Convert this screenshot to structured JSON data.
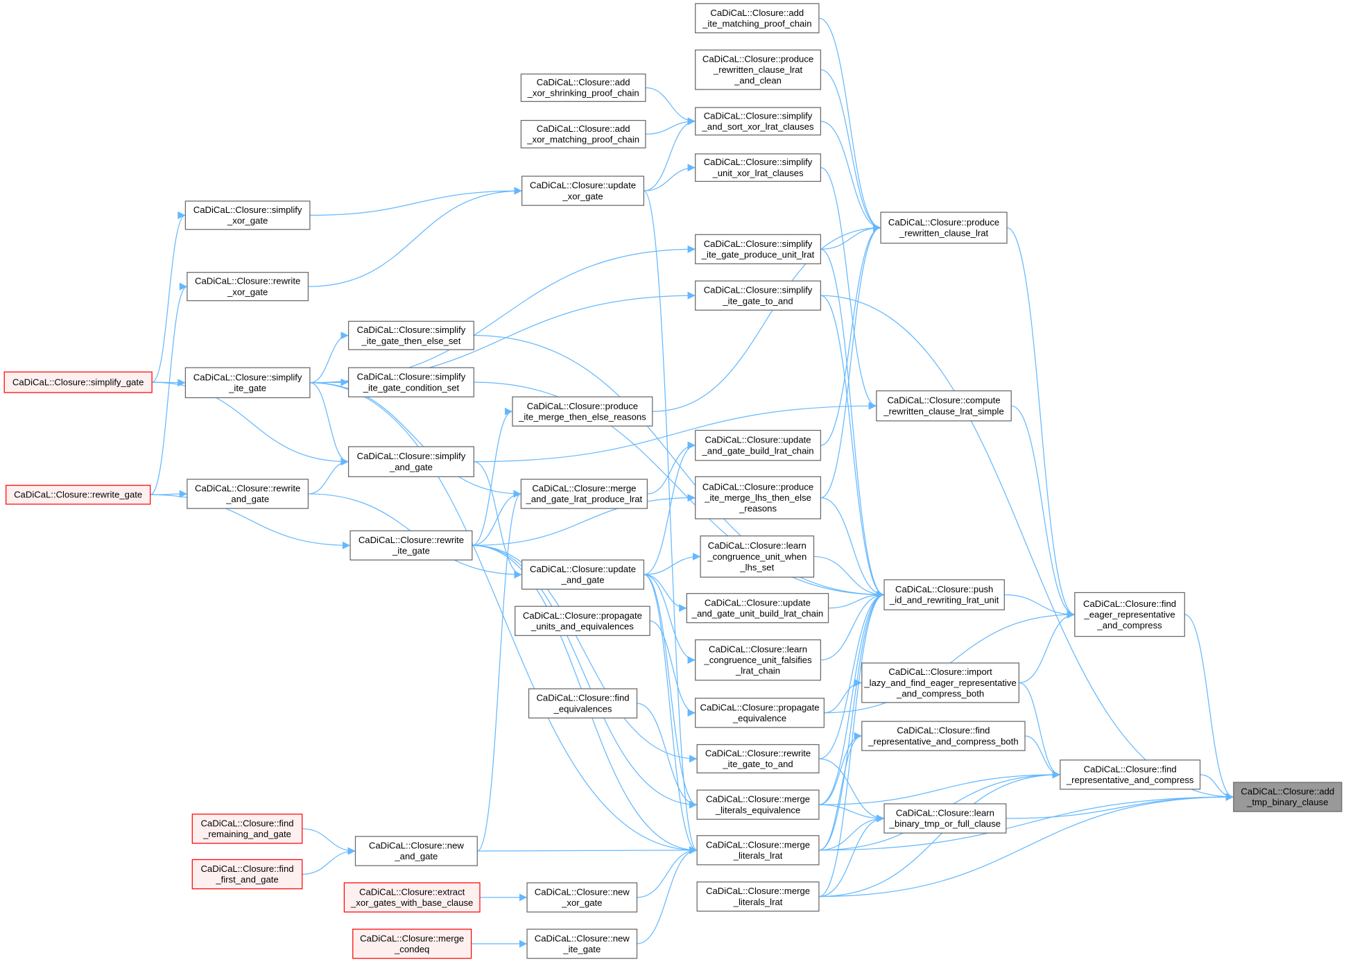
{
  "graph": {
    "title": "Caller graph of CaDiCaL::Closure::add_tmp_binary_clause",
    "colors": {
      "edge": "#63b8ff",
      "node_border": "#666666",
      "node_fill": "#ffffff",
      "root_fill": "#999999",
      "truncated_border": "#ff0000",
      "truncated_fill": "#fff0f0"
    },
    "nodes": [
      {
        "id": "n1",
        "lines": [
          "CaDiCaL::Closure::add",
          "_ite_matching_proof_chain"
        ],
        "kind": "normal"
      },
      {
        "id": "n2",
        "lines": [
          "CaDiCaL::Closure::produce",
          "_rewritten_clause_lrat",
          "_and_clean"
        ],
        "kind": "normal"
      },
      {
        "id": "n3",
        "lines": [
          "CaDiCaL::Closure::add",
          "_xor_shrinking_proof_chain"
        ],
        "kind": "normal"
      },
      {
        "id": "n4",
        "lines": [
          "CaDiCaL::Closure::add",
          "_xor_matching_proof_chain"
        ],
        "kind": "normal"
      },
      {
        "id": "n5",
        "lines": [
          "CaDiCaL::Closure::simplify",
          "_and_sort_xor_lrat_clauses"
        ],
        "kind": "normal"
      },
      {
        "id": "n6",
        "lines": [
          "CaDiCaL::Closure::simplify",
          "_unit_xor_lrat_clauses"
        ],
        "kind": "normal"
      },
      {
        "id": "n7",
        "lines": [
          "CaDiCaL::Closure::update",
          "_xor_gate"
        ],
        "kind": "normal"
      },
      {
        "id": "n8",
        "lines": [
          "CaDiCaL::Closure::simplify",
          "_xor_gate"
        ],
        "kind": "normal"
      },
      {
        "id": "n9",
        "lines": [
          "CaDiCaL::Closure::produce",
          "_rewritten_clause_lrat"
        ],
        "kind": "normal"
      },
      {
        "id": "n10",
        "lines": [
          "CaDiCaL::Closure::simplify",
          "_ite_gate_produce_unit_lrat"
        ],
        "kind": "normal"
      },
      {
        "id": "n11",
        "lines": [
          "CaDiCaL::Closure::rewrite",
          "_xor_gate"
        ],
        "kind": "normal"
      },
      {
        "id": "n12",
        "lines": [
          "CaDiCaL::Closure::simplify",
          "_ite_gate_to_and"
        ],
        "kind": "normal"
      },
      {
        "id": "n13",
        "lines": [
          "CaDiCaL::Closure::simplify",
          "_ite_gate_then_else_set"
        ],
        "kind": "normal"
      },
      {
        "id": "n14",
        "lines": [
          "CaDiCaL::Closure::simplify_gate"
        ],
        "kind": "truncated"
      },
      {
        "id": "n15",
        "lines": [
          "CaDiCaL::Closure::simplify",
          "_ite_gate"
        ],
        "kind": "normal"
      },
      {
        "id": "n16",
        "lines": [
          "CaDiCaL::Closure::simplify",
          "_ite_gate_condition_set"
        ],
        "kind": "normal"
      },
      {
        "id": "n17",
        "lines": [
          "CaDiCaL::Closure::compute",
          "_rewritten_clause_lrat_simple"
        ],
        "kind": "normal"
      },
      {
        "id": "n18",
        "lines": [
          "CaDiCaL::Closure::produce",
          "_ite_merge_then_else_reasons"
        ],
        "kind": "normal"
      },
      {
        "id": "n19",
        "lines": [
          "CaDiCaL::Closure::update",
          "_and_gate_build_lrat_chain"
        ],
        "kind": "normal"
      },
      {
        "id": "n20",
        "lines": [
          "CaDiCaL::Closure::simplify",
          "_and_gate"
        ],
        "kind": "normal"
      },
      {
        "id": "n21",
        "lines": [
          "CaDiCaL::Closure::rewrite_gate"
        ],
        "kind": "truncated"
      },
      {
        "id": "n22",
        "lines": [
          "CaDiCaL::Closure::rewrite",
          "_and_gate"
        ],
        "kind": "normal"
      },
      {
        "id": "n23",
        "lines": [
          "CaDiCaL::Closure::merge",
          "_and_gate_lrat_produce_lrat"
        ],
        "kind": "normal"
      },
      {
        "id": "n24",
        "lines": [
          "CaDiCaL::Closure::produce",
          "_ite_merge_lhs_then_else",
          "_reasons"
        ],
        "kind": "normal"
      },
      {
        "id": "n25",
        "lines": [
          "CaDiCaL::Closure::rewrite",
          "_ite_gate"
        ],
        "kind": "normal"
      },
      {
        "id": "n26",
        "lines": [
          "CaDiCaL::Closure::learn",
          "_congruence_unit_when",
          "_lhs_set"
        ],
        "kind": "normal"
      },
      {
        "id": "n27",
        "lines": [
          "CaDiCaL::Closure::update",
          "_and_gate"
        ],
        "kind": "normal"
      },
      {
        "id": "n28",
        "lines": [
          "CaDiCaL::Closure::push",
          "_id_and_rewriting_lrat_unit"
        ],
        "kind": "normal"
      },
      {
        "id": "n29",
        "lines": [
          "CaDiCaL::Closure::find",
          "_eager_representative",
          "_and_compress"
        ],
        "kind": "normal"
      },
      {
        "id": "n30",
        "lines": [
          "CaDiCaL::Closure::update",
          "_and_gate_unit_build_lrat_chain"
        ],
        "kind": "normal"
      },
      {
        "id": "n31",
        "lines": [
          "CaDiCaL::Closure::propagate",
          "_units_and_equivalences"
        ],
        "kind": "normal"
      },
      {
        "id": "n32",
        "lines": [
          "CaDiCaL::Closure::learn",
          "_congruence_unit_falsifies",
          "_lrat_chain"
        ],
        "kind": "normal"
      },
      {
        "id": "n33",
        "lines": [
          "CaDiCaL::Closure::import",
          "_lazy_and_find_eager_representative",
          "_and_compress_both"
        ],
        "kind": "normal"
      },
      {
        "id": "n34",
        "lines": [
          "CaDiCaL::Closure::find",
          "_equivalences"
        ],
        "kind": "normal"
      },
      {
        "id": "n35",
        "lines": [
          "CaDiCaL::Closure::propagate",
          "_equivalence"
        ],
        "kind": "normal"
      },
      {
        "id": "n36",
        "lines": [
          "CaDiCaL::Closure::find",
          "_representative_and_compress_both"
        ],
        "kind": "normal"
      },
      {
        "id": "n37",
        "lines": [
          "CaDiCaL::Closure::rewrite",
          "_ite_gate_to_and"
        ],
        "kind": "normal"
      },
      {
        "id": "n38",
        "lines": [
          "CaDiCaL::Closure::find",
          "_representative_and_compress"
        ],
        "kind": "normal"
      },
      {
        "id": "n39",
        "lines": [
          "CaDiCaL::Closure::add",
          "_tmp_binary_clause"
        ],
        "kind": "root"
      },
      {
        "id": "n40",
        "lines": [
          "CaDiCaL::Closure::merge",
          "_literals_equivalence"
        ],
        "kind": "normal"
      },
      {
        "id": "n41",
        "lines": [
          "CaDiCaL::Closure::learn",
          "_binary_tmp_or_full_clause"
        ],
        "kind": "normal"
      },
      {
        "id": "n42",
        "lines": [
          "CaDiCaL::Closure::find",
          "_remaining_and_gate"
        ],
        "kind": "truncated"
      },
      {
        "id": "n43",
        "lines": [
          "CaDiCaL::Closure::new",
          "_and_gate"
        ],
        "kind": "normal"
      },
      {
        "id": "n44",
        "lines": [
          "CaDiCaL::Closure::merge",
          "_literals_lrat"
        ],
        "kind": "normal"
      },
      {
        "id": "n45",
        "lines": [
          "CaDiCaL::Closure::find",
          "_first_and_gate"
        ],
        "kind": "truncated"
      },
      {
        "id": "n46",
        "lines": [
          "CaDiCaL::Closure::extract",
          "_xor_gates_with_base_clause"
        ],
        "kind": "truncated"
      },
      {
        "id": "n47",
        "lines": [
          "CaDiCaL::Closure::new",
          "_xor_gate"
        ],
        "kind": "normal"
      },
      {
        "id": "n48",
        "lines": [
          "CaDiCaL::Closure::merge",
          "_literals_lrat"
        ],
        "kind": "normal"
      },
      {
        "id": "n49",
        "lines": [
          "CaDiCaL::Closure::merge",
          "_condeq"
        ],
        "kind": "truncated"
      },
      {
        "id": "n50",
        "lines": [
          "CaDiCaL::Closure::new",
          "_ite_gate"
        ],
        "kind": "normal"
      }
    ],
    "edges": [
      [
        "n1",
        "n9"
      ],
      [
        "n2",
        "n9"
      ],
      [
        "n3",
        "n5"
      ],
      [
        "n4",
        "n5"
      ],
      [
        "n5",
        "n9"
      ],
      [
        "n7",
        "n5"
      ],
      [
        "n7",
        "n6"
      ],
      [
        "n6",
        "n17"
      ],
      [
        "n8",
        "n7"
      ],
      [
        "n11",
        "n7"
      ],
      [
        "n14",
        "n8"
      ],
      [
        "n21",
        "n11"
      ],
      [
        "n10",
        "n9"
      ],
      [
        "n15",
        "n10"
      ],
      [
        "n15",
        "n12"
      ],
      [
        "n15",
        "n13"
      ],
      [
        "n15",
        "n16"
      ],
      [
        "n15",
        "n20"
      ],
      [
        "n15",
        "n23"
      ],
      [
        "n15",
        "n44"
      ],
      [
        "n14",
        "n15"
      ],
      [
        "n14",
        "n20"
      ],
      [
        "n12",
        "n39"
      ],
      [
        "n9",
        "n29"
      ],
      [
        "n17",
        "n29"
      ],
      [
        "n29",
        "n39"
      ],
      [
        "n38",
        "n39"
      ],
      [
        "n41",
        "n39"
      ],
      [
        "n44",
        "n39"
      ],
      [
        "n48",
        "n39"
      ],
      [
        "n18",
        "n9"
      ],
      [
        "n19",
        "n9"
      ],
      [
        "n24",
        "n9"
      ],
      [
        "n13",
        "n28"
      ],
      [
        "n16",
        "n28"
      ],
      [
        "n10",
        "n28"
      ],
      [
        "n12",
        "n28"
      ],
      [
        "n24",
        "n28"
      ],
      [
        "n20",
        "n17"
      ],
      [
        "n20",
        "n27"
      ],
      [
        "n22",
        "n20"
      ],
      [
        "n22",
        "n27"
      ],
      [
        "n21",
        "n22"
      ],
      [
        "n21",
        "n25"
      ],
      [
        "n23",
        "n19"
      ],
      [
        "n25",
        "n23"
      ],
      [
        "n25",
        "n24"
      ],
      [
        "n25",
        "n18"
      ],
      [
        "n25",
        "n37"
      ],
      [
        "n25",
        "n40"
      ],
      [
        "n25",
        "n44"
      ],
      [
        "n27",
        "n19"
      ],
      [
        "n27",
        "n26"
      ],
      [
        "n27",
        "n30"
      ],
      [
        "n27",
        "n32"
      ],
      [
        "n27",
        "n44"
      ],
      [
        "n27",
        "n40"
      ],
      [
        "n26",
        "n28"
      ],
      [
        "n30",
        "n28"
      ],
      [
        "n32",
        "n28"
      ],
      [
        "n28",
        "n29"
      ],
      [
        "n35",
        "n29"
      ],
      [
        "n33",
        "n29"
      ],
      [
        "n33",
        "n38"
      ],
      [
        "n36",
        "n38"
      ],
      [
        "n40",
        "n38"
      ],
      [
        "n44",
        "n38"
      ],
      [
        "n48",
        "n38"
      ],
      [
        "n35",
        "n33"
      ],
      [
        "n40",
        "n36"
      ],
      [
        "n44",
        "n36"
      ],
      [
        "n37",
        "n41"
      ],
      [
        "n40",
        "n41"
      ],
      [
        "n44",
        "n41"
      ],
      [
        "n48",
        "n41"
      ],
      [
        "n37",
        "n28"
      ],
      [
        "n40",
        "n28"
      ],
      [
        "n44",
        "n28"
      ],
      [
        "n48",
        "n28"
      ],
      [
        "n31",
        "n35"
      ],
      [
        "n34",
        "n40"
      ],
      [
        "n43",
        "n44"
      ],
      [
        "n47",
        "n44"
      ],
      [
        "n50",
        "n44"
      ],
      [
        "n43",
        "n23"
      ],
      [
        "n42",
        "n43"
      ],
      [
        "n45",
        "n43"
      ],
      [
        "n46",
        "n47"
      ],
      [
        "n49",
        "n50"
      ],
      [
        "n7",
        "n44"
      ]
    ]
  }
}
